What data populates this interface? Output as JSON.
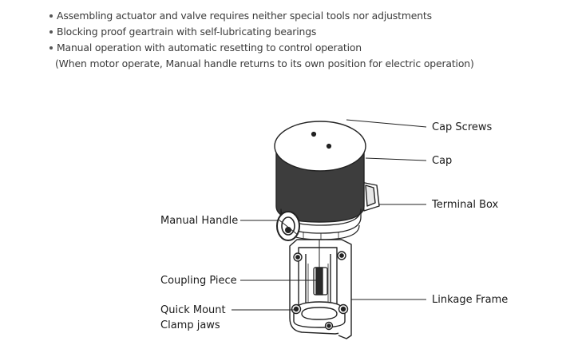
{
  "features": [
    {
      "text": "Assembling actuator and valve requires neither special tools nor adjustments"
    },
    {
      "text": "Blocking proof geartrain with self-lubricating bearings"
    },
    {
      "text": "Manual operation with automatic resetting to control operation"
    }
  ],
  "note": "(When motor operate, Manual handle returns to its own position for electric operation)",
  "labels": {
    "cap_screws": "Cap Screws",
    "cap": "Cap",
    "terminal_box": "Terminal Box",
    "manual_handle": "Manual Handle",
    "coupling_piece": "Coupling Piece",
    "quick_mount_1": "Quick Mount",
    "quick_mount_2": "Clamp jaws",
    "linkage_frame": "Linkage Frame"
  }
}
